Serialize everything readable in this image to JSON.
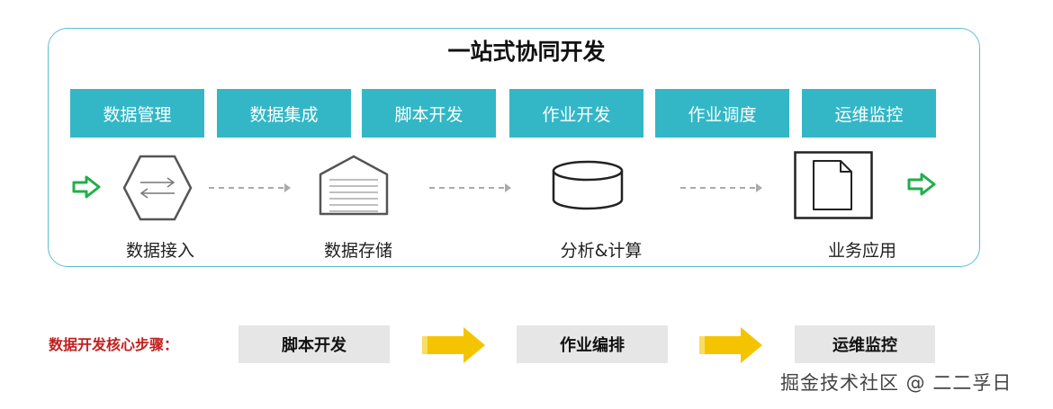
{
  "title": "一站式协同开发",
  "modules": [
    "数据管理",
    "数据集成",
    "脚本开发",
    "作业开发",
    "作业调度",
    "运维监控"
  ],
  "flow": {
    "stages": [
      "数据接入",
      "数据存储",
      "分析&计算",
      "业务应用"
    ],
    "icons": [
      "exchange-hexagon-icon",
      "storage-house-icon",
      "database-cylinder-icon",
      "document-icon"
    ]
  },
  "core_steps": {
    "label": "数据开发核心步骤：",
    "steps": [
      "脚本开发",
      "作业编排",
      "运维监控"
    ]
  },
  "colors": {
    "accent": "#33b7c6",
    "frame_border": "#5bbfcf",
    "green_arrow": "#1faf4a",
    "yellow_arrow": "#f5c400",
    "step_label": "#c0211f",
    "step_box": "#e6e6e6"
  },
  "watermark": "掘金技术社区 @ 二二孚日"
}
